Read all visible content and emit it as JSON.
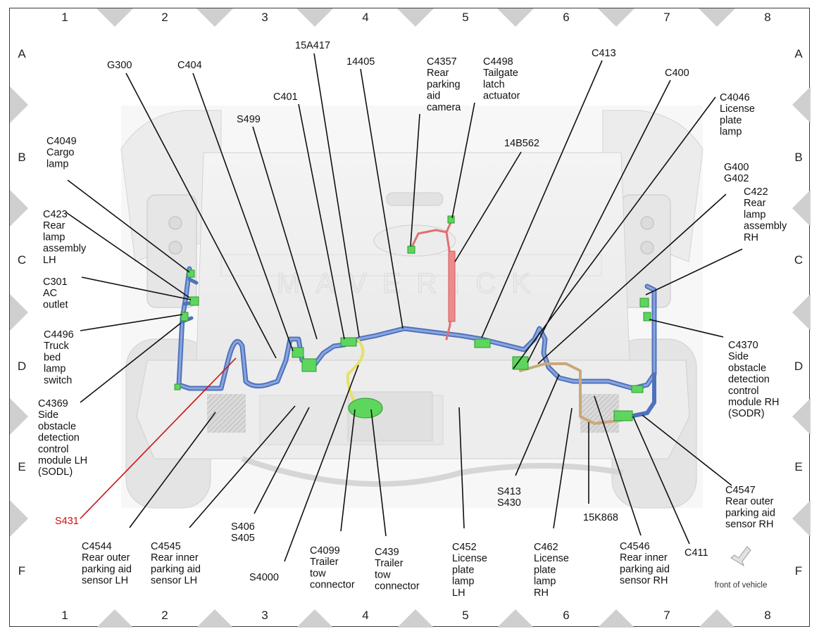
{
  "grid": {
    "columns": [
      "1",
      "2",
      "3",
      "4",
      "5",
      "6",
      "7",
      "8"
    ],
    "rows": [
      "A",
      "B",
      "C",
      "D",
      "E",
      "F"
    ]
  },
  "labels": {
    "g300": [
      "G300"
    ],
    "c404": [
      "C404"
    ],
    "a15a417": [
      "15A417"
    ],
    "a14405": [
      "14405"
    ],
    "c4357": [
      "C4357",
      "Rear",
      "parking",
      "aid",
      "camera"
    ],
    "c4498": [
      "C4498",
      "Tailgate",
      "latch",
      "actuator"
    ],
    "c413": [
      "C413"
    ],
    "c400": [
      "C400"
    ],
    "c401": [
      "C401"
    ],
    "s499": [
      "S499"
    ],
    "c4046": [
      "C4046",
      "License",
      "plate",
      "lamp"
    ],
    "c4049": [
      "C4049",
      "Cargo",
      "lamp"
    ],
    "a14b562": [
      "14B562"
    ],
    "g400": [
      "G400",
      "G402"
    ],
    "c422": [
      "C422",
      "Rear",
      "lamp",
      "assembly",
      "RH"
    ],
    "c423": [
      "C423",
      "Rear",
      "lamp",
      "assembly",
      "LH"
    ],
    "c301": [
      "C301",
      "AC",
      "outlet"
    ],
    "c4496": [
      "C4496",
      "Truck",
      "bed",
      "lamp",
      "switch"
    ],
    "c4370": [
      "C4370",
      "Side",
      "obstacle",
      "detection",
      "control",
      "module RH",
      "(SODR)"
    ],
    "c4369": [
      "C4369",
      "Side",
      "obstacle",
      "detection",
      "control",
      "module LH",
      "(SODL)"
    ],
    "s431": [
      "S431"
    ],
    "c4544": [
      "C4544",
      "Rear outer",
      "parking aid",
      "sensor LH"
    ],
    "c4545": [
      "C4545",
      "Rear inner",
      "parking aid",
      "sensor LH"
    ],
    "s406": [
      "S406",
      "S405"
    ],
    "s4000": [
      "S4000"
    ],
    "c4099": [
      "C4099",
      "Trailer",
      "tow",
      "connector"
    ],
    "c439": [
      "C439",
      "Trailer",
      "tow",
      "connector"
    ],
    "c452": [
      "C452",
      "License",
      "plate",
      "lamp",
      "LH"
    ],
    "s413": [
      "S413",
      "S430"
    ],
    "c462": [
      "C462",
      "License",
      "plate",
      "lamp",
      "RH"
    ],
    "a15k868": [
      "15K868"
    ],
    "c4546": [
      "C4546",
      "Rear inner",
      "parking aid",
      "sensor RH"
    ],
    "c411": [
      "C411"
    ],
    "c4547": [
      "C4547",
      "Rear outer",
      "parking aid",
      "sensor RH"
    ]
  },
  "emblem_text": "MAVERICK",
  "compass": {
    "label": "front of vehicle"
  },
  "colors": {
    "harness": "#5b7fc8",
    "connector": "#5ed65e",
    "highlight": "#d01010",
    "tow_wire": "#e8e070",
    "camera_wire": "#e07070",
    "rh_wire": "#c8a878"
  }
}
